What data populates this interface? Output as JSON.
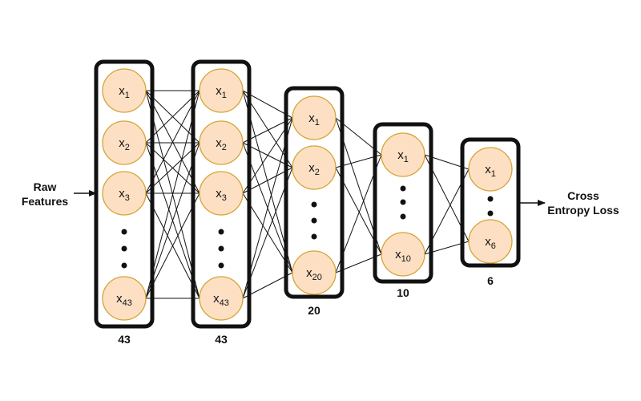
{
  "input_label": [
    "Raw",
    "Features"
  ],
  "output_label": [
    "Cross",
    "Entropy Loss"
  ],
  "colors": {
    "node_fill": "#fde0c4",
    "node_stroke": "#d4a435",
    "box_stroke": "#111111",
    "edge": "#111111"
  },
  "layers": [
    {
      "size_label": "43",
      "nodes": [
        {
          "base": "x",
          "sub": "1"
        },
        {
          "base": "x",
          "sub": "2"
        },
        {
          "base": "x",
          "sub": "3"
        },
        {
          "base": "x",
          "sub": "43"
        }
      ]
    },
    {
      "size_label": "43",
      "nodes": [
        {
          "base": "x",
          "sub": "1"
        },
        {
          "base": "x",
          "sub": "2"
        },
        {
          "base": "x",
          "sub": "3"
        },
        {
          "base": "x",
          "sub": "43"
        }
      ]
    },
    {
      "size_label": "20",
      "nodes": [
        {
          "base": "x",
          "sub": "1"
        },
        {
          "base": "x",
          "sub": "2"
        },
        {
          "base": "x",
          "sub": "20"
        }
      ]
    },
    {
      "size_label": "10",
      "nodes": [
        {
          "base": "x",
          "sub": "1"
        },
        {
          "base": "x",
          "sub": "10"
        }
      ]
    },
    {
      "size_label": "6",
      "nodes": [
        {
          "base": "x",
          "sub": "1"
        },
        {
          "base": "x",
          "sub": "6"
        }
      ]
    }
  ]
}
